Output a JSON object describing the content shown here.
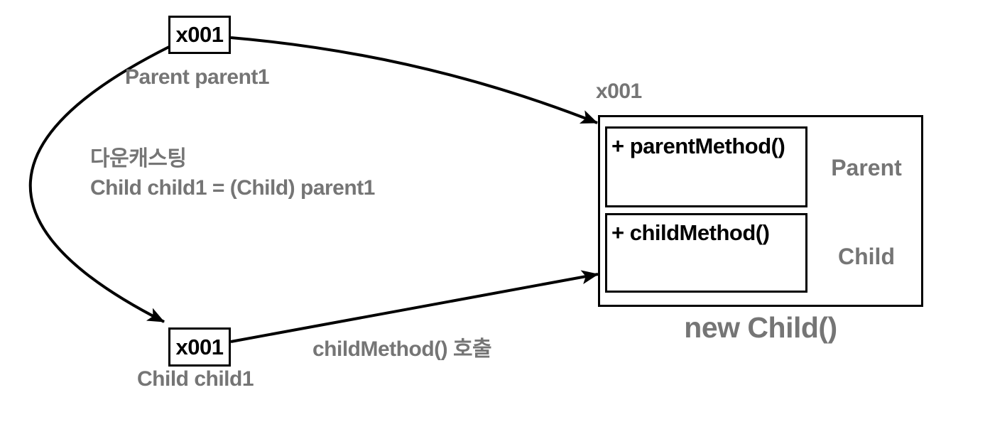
{
  "colors": {
    "background": "#ffffff",
    "line": "#000000",
    "black_text": "#000000",
    "gray_text": "#757575"
  },
  "nodes": {
    "parent_ref": {
      "address": "x001",
      "label": "Parent parent1"
    },
    "child_ref": {
      "address": "x001",
      "label": "Child child1"
    },
    "object": {
      "address": "x001",
      "caption": "new Child()",
      "parent_section": {
        "method": "+ parentMethod()",
        "label": "Parent"
      },
      "child_section": {
        "method": "+ childMethod()",
        "label": "Child"
      }
    }
  },
  "annotations": {
    "downcast_title": "다운캐스팅",
    "downcast_code": "Child child1 = (Child) parent1",
    "call_label": "childMethod() 호출"
  },
  "arrows": [
    {
      "name": "parent1-to-object",
      "from": "parent_ref",
      "to": "object-top"
    },
    {
      "name": "downcast-parent1-to-child1",
      "from": "parent_ref",
      "to": "child_ref"
    },
    {
      "name": "childmethod-call",
      "from": "child_ref",
      "to": "object-child-section"
    }
  ]
}
